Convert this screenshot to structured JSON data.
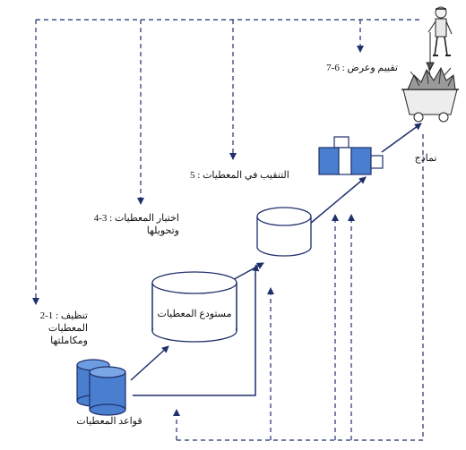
{
  "labels": {
    "step_2_1": "2-1 : تنظيف المعطيات\nومكاملتها",
    "step_4_3": "4-3 : اختيار المعطيات\nوتحويلها",
    "step_5": "5 : التنقيب في المعطيات",
    "step_7_6": "7-6 : تقييم وعرض",
    "databases": "قواعد المعطيات",
    "warehouse": "مستودع المعطيات",
    "models": "نماذج"
  },
  "colors": {
    "line": "#1f2f6b",
    "fill_blue": "#4a7fd0",
    "fill_white": "#ffffff"
  },
  "icons": [
    "database-icon",
    "warehouse-cylinder-icon",
    "selected-data-cylinder-icon",
    "mining-blocks-icon",
    "miner-cart-icon"
  ]
}
